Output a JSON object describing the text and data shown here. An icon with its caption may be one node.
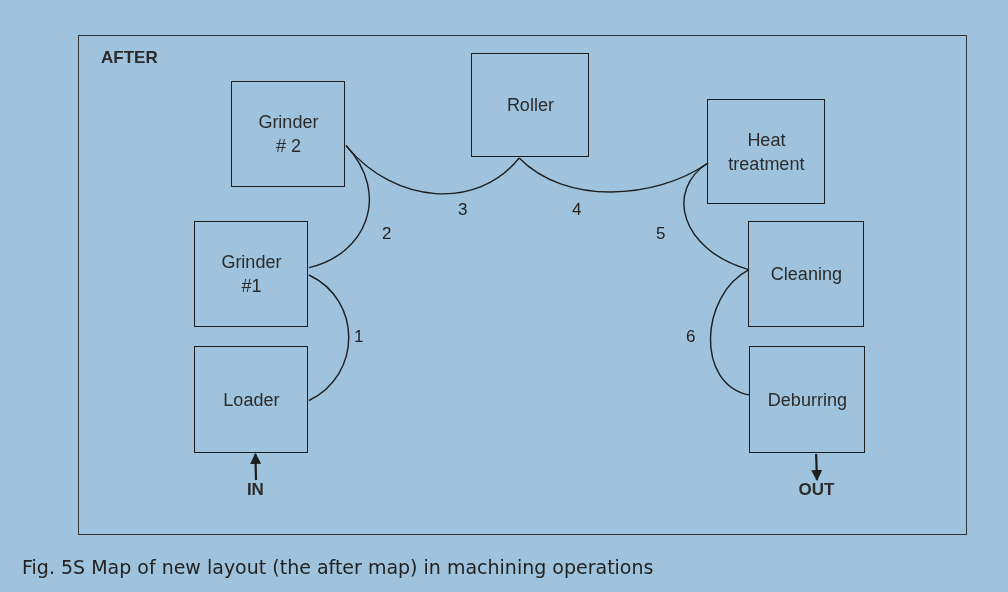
{
  "diagram": {
    "caption": "Fig. 5S Map of new layout (the after map) in machining operations",
    "nodes": [
      {
        "text": [
          "AFTER"
        ]
      },
      {
        "text": [
          "Roller"
        ],
        "in": 0
      },
      {
        "text": [
          "Grinder # 2"
        ],
        "in": 0
      },
      {
        "text": [
          "Heat treatment"
        ],
        "in": 0
      },
      {
        "text": [
          "Grinder #1"
        ],
        "in": 0
      },
      {
        "text": [
          "Cleaning"
        ],
        "in": 0
      },
      {
        "text": [
          "Loader"
        ],
        "in": 0
      },
      {
        "text": [
          "Deburring"
        ],
        "in": 0
      },
      {
        "text": [
          "IN"
        ],
        "in": 0
      },
      {
        "text": [
          "OUT"
        ],
        "in": 0
      }
    ],
    "edges": [
      {
        "from": 6,
        "to": 4,
        "arrow": "none",
        "label": "1"
      },
      {
        "from": 4,
        "to": 2,
        "arrow": "none",
        "label": "2"
      },
      {
        "from": 2,
        "to": 1,
        "arrow": "none",
        "label": "3"
      },
      {
        "from": 1,
        "to": 3,
        "arrow": "none",
        "label": "4"
      },
      {
        "from": 3,
        "to": 5,
        "arrow": "none",
        "label": "5"
      },
      {
        "from": 5,
        "to": 7,
        "arrow": "none",
        "label": "6"
      },
      {
        "from": 8,
        "to": 6,
        "arrow": "to"
      },
      {
        "from": 7,
        "to": 9,
        "arrow": "to"
      }
    ]
  }
}
